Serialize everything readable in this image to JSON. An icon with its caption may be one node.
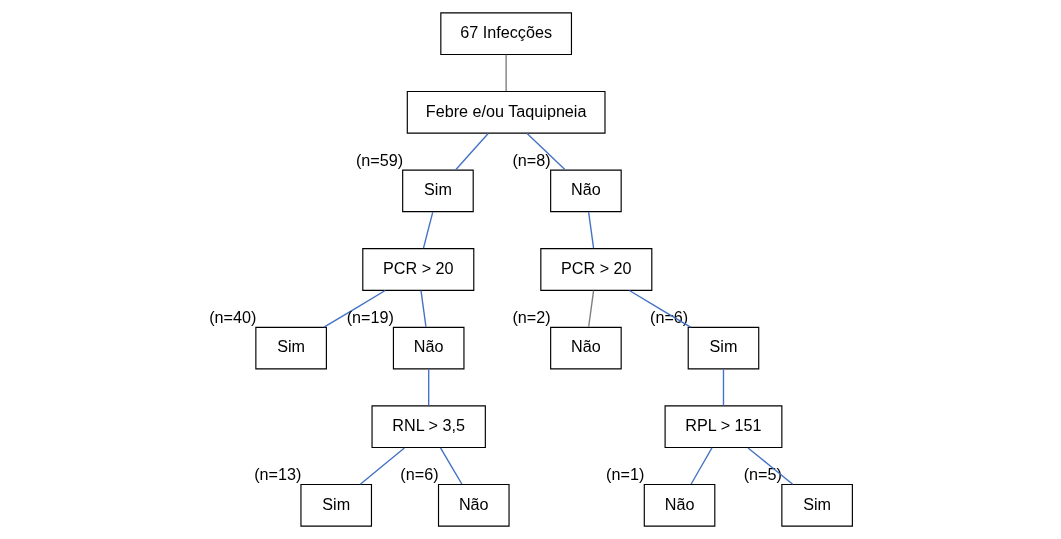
{
  "diagram": {
    "nodes": [
      {
        "text": [
          "67 Infecções"
        ]
      },
      {
        "text": [
          "Febre e/ou Taquipneia"
        ]
      },
      {
        "text": [
          "Sim"
        ],
        "beside": [
          "(n=59)"
        ]
      },
      {
        "text": [
          "Não"
        ],
        "beside": [
          "(n=8)"
        ]
      },
      {
        "text": [
          "PCR > 20"
        ]
      },
      {
        "text": [
          "PCR > 20"
        ]
      },
      {
        "text": [
          "Sim"
        ],
        "beside": [
          "(n=40)"
        ]
      },
      {
        "text": [
          "Não"
        ],
        "beside": [
          "(n=19)"
        ]
      },
      {
        "text": [
          "Não"
        ],
        "beside": [
          "(n=2)"
        ]
      },
      {
        "text": [
          "Sim"
        ],
        "beside": [
          "(n=6)"
        ]
      },
      {
        "text": [
          "RNL > 3,5"
        ]
      },
      {
        "text": [
          "RPL > 151"
        ]
      },
      {
        "text": [
          "Sim"
        ],
        "beside": [
          "(n=13)"
        ]
      },
      {
        "text": [
          "Não"
        ],
        "beside": [
          "(n=6)"
        ]
      },
      {
        "text": [
          "Não"
        ],
        "beside": [
          "(n=1)"
        ]
      },
      {
        "text": [
          "Sim"
        ],
        "beside": [
          "(n=5)"
        ]
      }
    ],
    "edges": [
      {
        "from": 0,
        "to": 1,
        "arrow": "none",
        "color": "#7f7f7f"
      },
      {
        "from": 1,
        "to": 2,
        "arrow": "none"
      },
      {
        "from": 1,
        "to": 3,
        "arrow": "none"
      },
      {
        "from": 2,
        "to": 4,
        "arrow": "none"
      },
      {
        "from": 3,
        "to": 5,
        "arrow": "none"
      },
      {
        "from": 4,
        "to": 6,
        "arrow": "none"
      },
      {
        "from": 4,
        "to": 7,
        "arrow": "none"
      },
      {
        "from": 5,
        "to": 8,
        "arrow": "none",
        "color": "#7f7f7f"
      },
      {
        "from": 5,
        "to": 9,
        "arrow": "none"
      },
      {
        "from": 7,
        "to": 10,
        "arrow": "none"
      },
      {
        "from": 9,
        "to": 11,
        "arrow": "none"
      },
      {
        "from": 10,
        "to": 12,
        "arrow": "none"
      },
      {
        "from": 10,
        "to": 13,
        "arrow": "none"
      },
      {
        "from": 11,
        "to": 14,
        "arrow": "none"
      },
      {
        "from": 11,
        "to": 15,
        "arrow": "none"
      }
    ]
  }
}
